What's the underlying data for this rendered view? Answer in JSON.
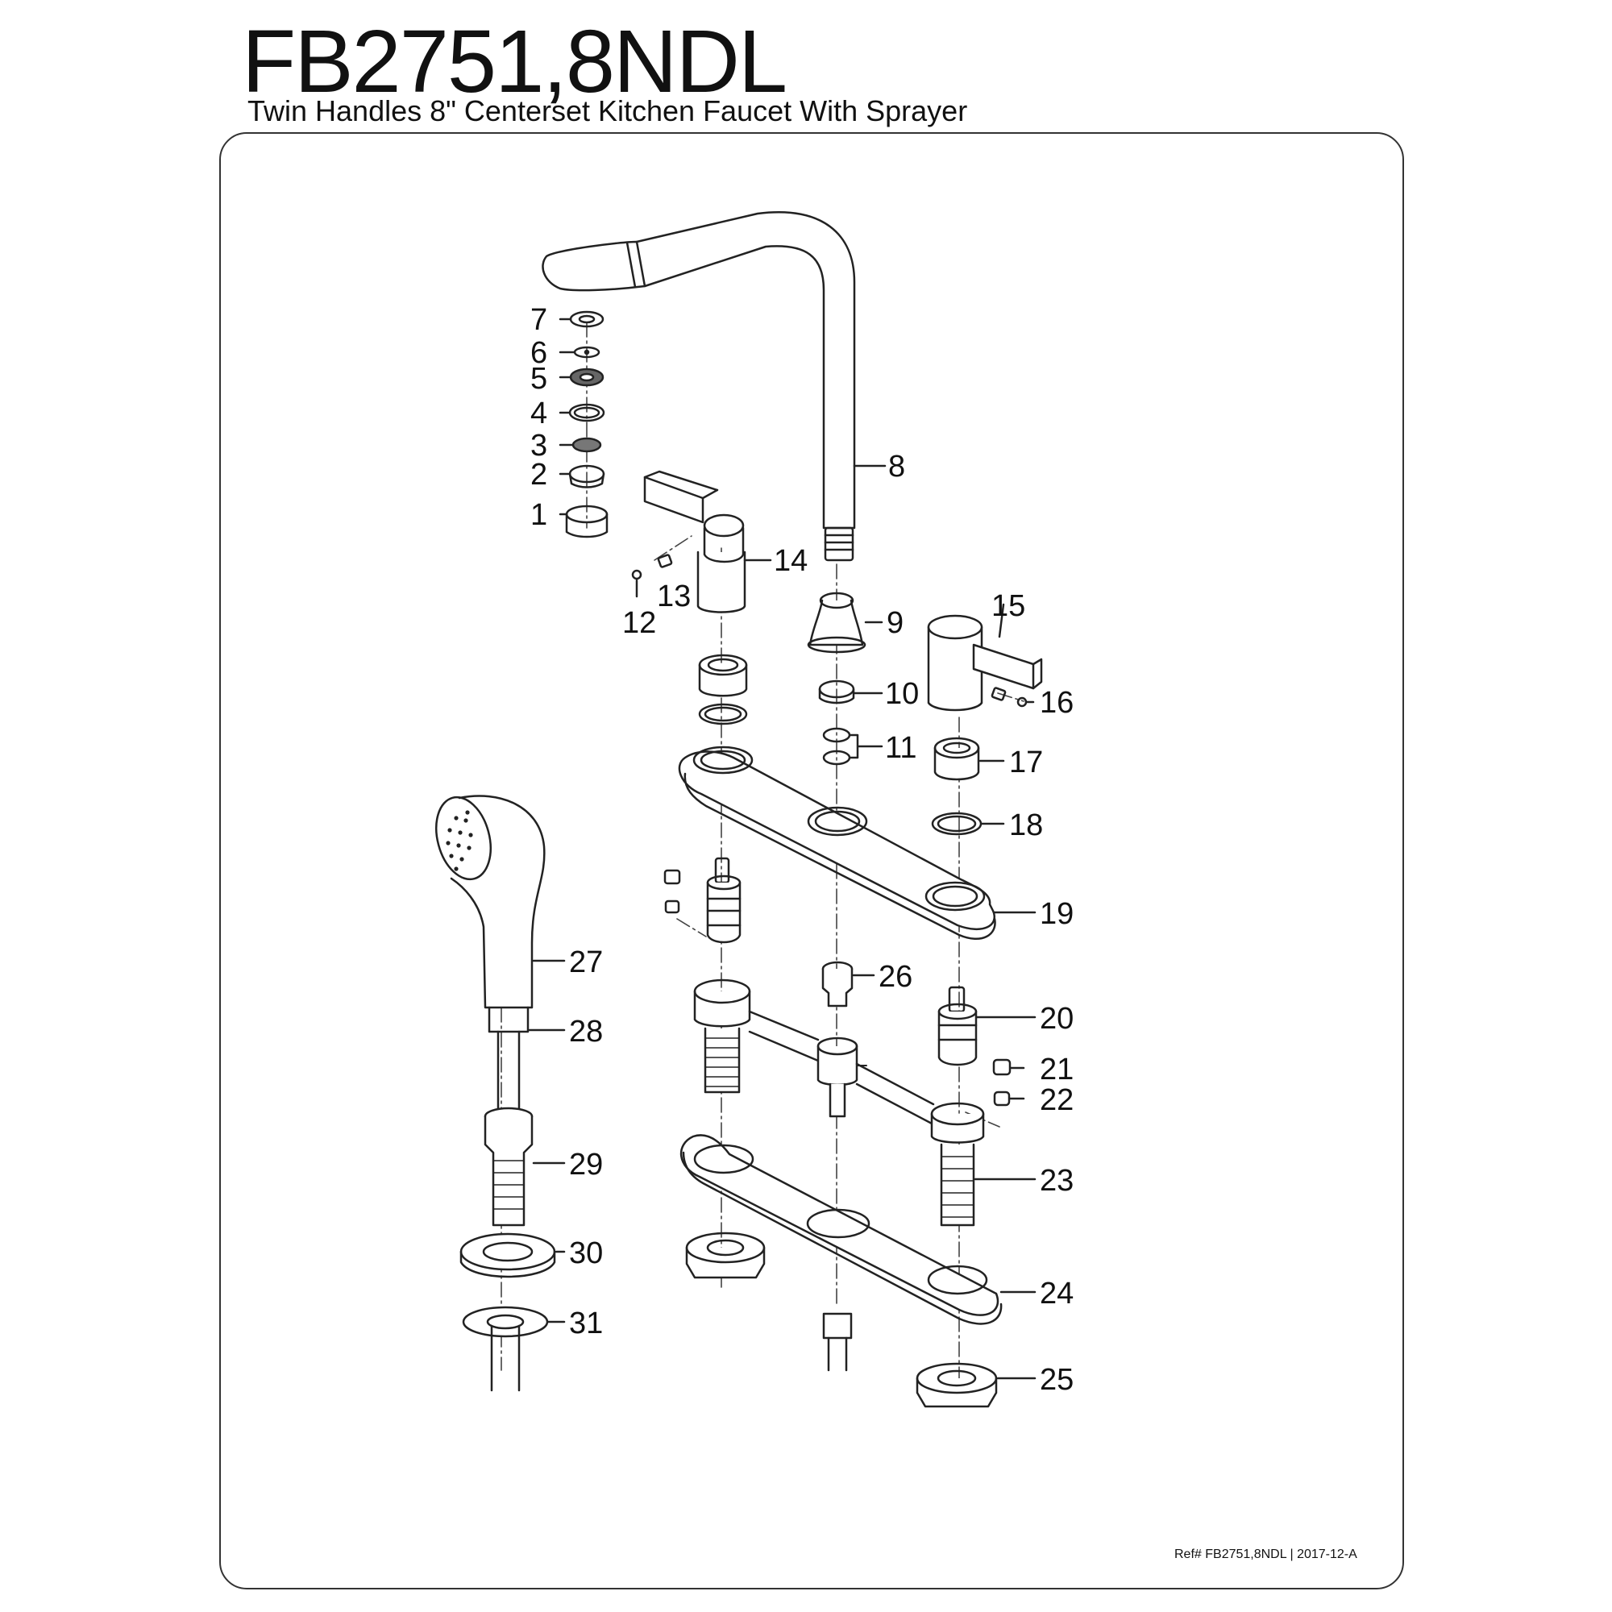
{
  "header": {
    "title": "FB2751,8NDL",
    "subtitle": "Twin Handles 8\" Centerset Kitchen Faucet With Sprayer"
  },
  "footer": {
    "ref": "Ref# FB2751,8NDL | 2017-12-A"
  },
  "callouts": [
    "1",
    "2",
    "3",
    "4",
    "5",
    "6",
    "7",
    "8",
    "9",
    "10",
    "11",
    "12",
    "13",
    "14",
    "15",
    "16",
    "17",
    "18",
    "19",
    "20",
    "21",
    "22",
    "23",
    "24",
    "25",
    "26",
    "27",
    "28",
    "29",
    "30",
    "31"
  ]
}
